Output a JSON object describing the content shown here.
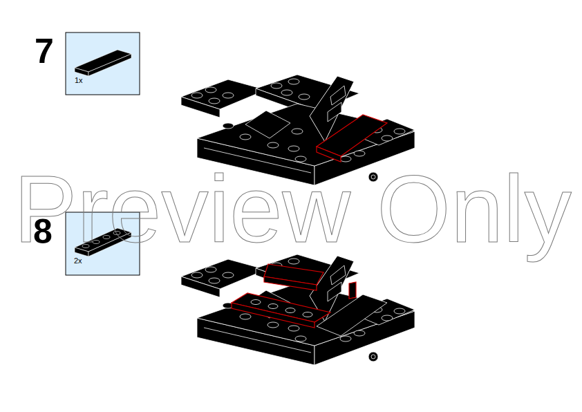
{
  "diagram": {
    "labels": [
      "7",
      "1x",
      "8",
      "2x",
      "Preview Only"
    ]
  }
}
